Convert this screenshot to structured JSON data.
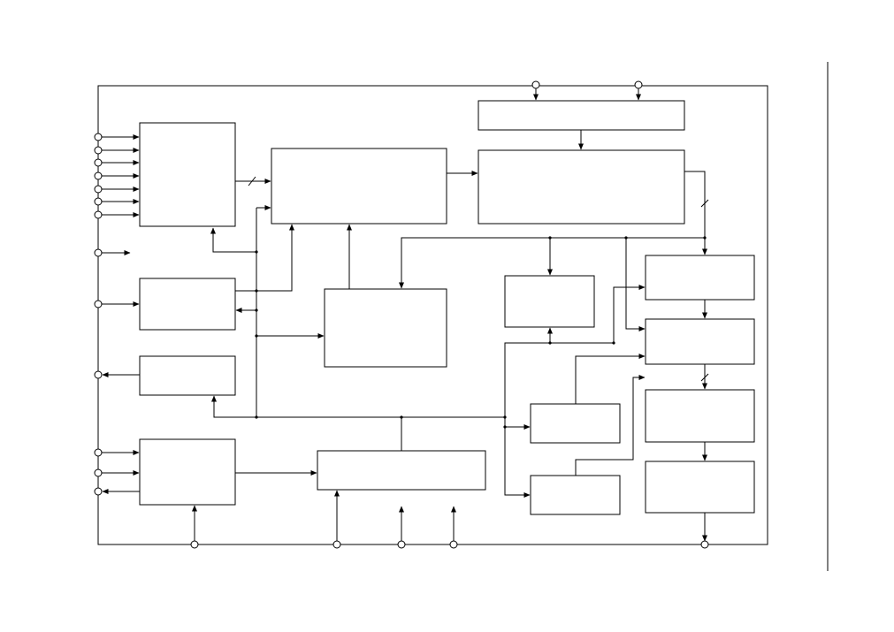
{
  "diagram": {
    "kind": "block-diagram",
    "line_color": "#000000",
    "background_color": "#ffffff",
    "blocks": [
      {
        "id": "input-interface"
      },
      {
        "id": "controller-core"
      },
      {
        "id": "upper-right-interface"
      },
      {
        "id": "upper-right-main"
      },
      {
        "id": "clock-block"
      },
      {
        "id": "output-driver"
      },
      {
        "id": "center-processor"
      },
      {
        "id": "serial-interface"
      },
      {
        "id": "lower-center-block"
      },
      {
        "id": "middle-right-block"
      },
      {
        "id": "lower-right-small-a"
      },
      {
        "id": "lower-right-small-b"
      },
      {
        "id": "right-stage-1"
      },
      {
        "id": "right-stage-2"
      },
      {
        "id": "right-stage-3"
      },
      {
        "id": "right-stage-4"
      }
    ],
    "pins": [
      {
        "id": "top-pin-1"
      },
      {
        "id": "top-pin-2"
      },
      {
        "id": "left-pin-1"
      },
      {
        "id": "left-pin-2"
      },
      {
        "id": "left-pin-3"
      },
      {
        "id": "left-pin-4"
      },
      {
        "id": "left-pin-5"
      },
      {
        "id": "left-pin-6"
      },
      {
        "id": "left-pin-7"
      },
      {
        "id": "left-pin-8"
      },
      {
        "id": "left-pin-9"
      },
      {
        "id": "left-pin-10"
      },
      {
        "id": "left-pin-11"
      },
      {
        "id": "left-pin-12"
      },
      {
        "id": "left-pin-13"
      },
      {
        "id": "bottom-pin-1"
      },
      {
        "id": "bottom-pin-2"
      },
      {
        "id": "bottom-pin-3"
      },
      {
        "id": "bottom-pin-4"
      },
      {
        "id": "bottom-pin-5"
      }
    ]
  }
}
